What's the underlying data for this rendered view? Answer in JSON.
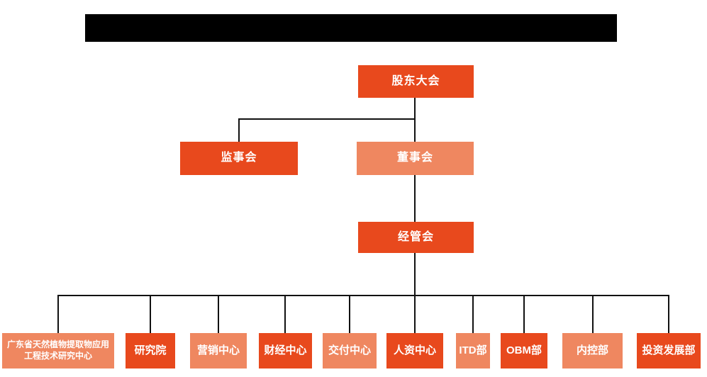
{
  "colors": {
    "primary_orange": "#E8491D",
    "secondary_salmon": "#EF8760",
    "connector_line": "#111111",
    "redacted_bar": "#000000"
  },
  "org": {
    "root": {
      "label": "股东大会",
      "variant": "primary"
    },
    "level2": [
      {
        "label": "监事会",
        "variant": "primary"
      },
      {
        "label": "董事会",
        "variant": "secondary"
      }
    ],
    "level3": {
      "label": "经管会",
      "variant": "primary"
    },
    "departments": [
      {
        "label": "广东省天然植物提取物应用工程技术研究中心",
        "variant": "secondary"
      },
      {
        "label": "研究院",
        "variant": "primary"
      },
      {
        "label": "营销中心",
        "variant": "secondary"
      },
      {
        "label": "财经中心",
        "variant": "primary"
      },
      {
        "label": "交付中心",
        "variant": "secondary"
      },
      {
        "label": "人资中心",
        "variant": "primary"
      },
      {
        "label": "ITD部",
        "variant": "secondary"
      },
      {
        "label": "OBM部",
        "variant": "primary"
      },
      {
        "label": "内控部",
        "variant": "secondary"
      },
      {
        "label": "投资发展部",
        "variant": "primary"
      }
    ]
  }
}
